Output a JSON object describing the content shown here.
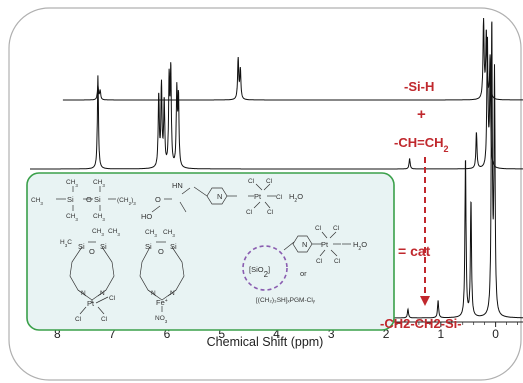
{
  "chart_data": {
    "type": "line",
    "xlabel": "Chemical Shift (ppm)",
    "xlim": [
      8.5,
      -0.5
    ],
    "x_ticks": [
      "8",
      "7",
      "6",
      "5",
      "4",
      "3",
      "2",
      "1",
      "0"
    ],
    "series": [
      {
        "name": "-Si-H",
        "peaks": [
          {
            "ppm": 7.26,
            "height": 0.18
          },
          {
            "ppm": 7.22,
            "height": 0.12
          },
          {
            "ppm": 4.7,
            "height": 0.52
          },
          {
            "ppm": 4.66,
            "height": 0.38
          },
          {
            "ppm": 0.22,
            "height": 1.0
          },
          {
            "ppm": 0.17,
            "height": 0.85
          },
          {
            "ppm": 0.1,
            "height": 0.55
          }
        ]
      },
      {
        "name": "-CH=CH2",
        "peaks": [
          {
            "ppm": 7.26,
            "height": 0.72
          },
          {
            "ppm": 6.15,
            "height": 0.55
          },
          {
            "ppm": 6.1,
            "height": 0.62
          },
          {
            "ppm": 6.05,
            "height": 0.5
          },
          {
            "ppm": 5.96,
            "height": 0.65
          },
          {
            "ppm": 5.93,
            "height": 0.72
          },
          {
            "ppm": 5.82,
            "height": 0.58
          },
          {
            "ppm": 5.79,
            "height": 0.52
          },
          {
            "ppm": 1.57,
            "height": 0.08
          },
          {
            "ppm": 0.35,
            "height": 0.28
          },
          {
            "ppm": 0.15,
            "height": 1.0
          },
          {
            "ppm": 0.1,
            "height": 0.72
          }
        ]
      },
      {
        "name": "-CH2-CH2-Si-",
        "peaks": [
          {
            "ppm": 1.6,
            "height": 0.03
          },
          {
            "ppm": 1.05,
            "height": 0.06
          },
          {
            "ppm": 0.55,
            "height": 0.55
          },
          {
            "ppm": 0.45,
            "height": 0.4
          },
          {
            "ppm": 0.07,
            "height": 1.0
          },
          {
            "ppm": 0.02,
            "height": 0.82
          }
        ]
      }
    ]
  },
  "annotations": {
    "label_sih": "-Si-H",
    "plus": "+",
    "label_vinyl_prefix": "-CH=CH",
    "label_vinyl_sub": "2",
    "equals_cat": "= cat",
    "label_product": "-CH2-CH2-Si-"
  },
  "inset": {
    "silane_left_1": "CH",
    "sub_3": "3",
    "silane_linker": "(CH",
    "linker_sub": "2",
    "linker_close": ")",
    "linker_n": "3",
    "ether_o": "O",
    "si": "Si",
    "o": "O",
    "hn": "HN",
    "ho": "HO",
    "pt": "Pt",
    "cl": "Cl",
    "water": "H",
    "water_sub": "2",
    "water_o": "O",
    "h3c": "H",
    "n": "N",
    "fe_plus": "Fe",
    "no3": "NO",
    "sio2": "[SiO",
    "sio2_close": "]",
    "or": "or",
    "pgm_formula": "[(CH₂)₃SH]ₓPGM-Clᵧ"
  },
  "colors": {
    "red_labels": "#c0282d",
    "inset_fill": "#e8f3f3",
    "inset_border": "#3aa04a",
    "sio2_circle": "#8a5db0",
    "frame": "#b0b0b0"
  }
}
